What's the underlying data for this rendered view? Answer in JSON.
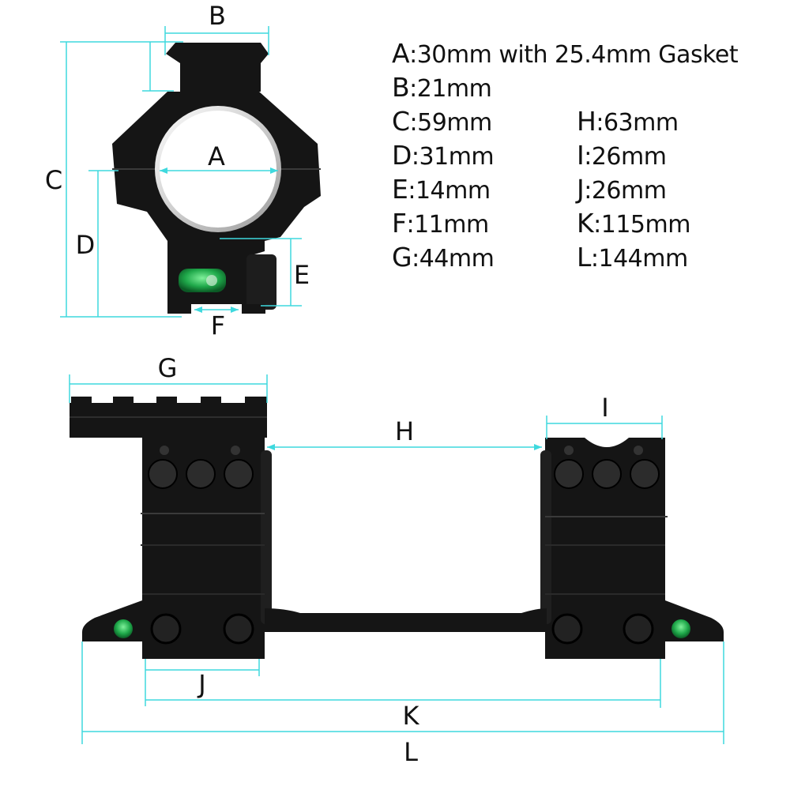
{
  "line_color": "#3fd9de",
  "product_color": "#151515",
  "level_color": "#2fbf5a",
  "specs": {
    "full_width": {
      "key": "A",
      "value": "30mm with 25.4mm Gasket"
    },
    "rows": [
      {
        "left": {
          "key": "B",
          "value": "21mm"
        },
        "right": null
      },
      {
        "left": {
          "key": "C",
          "value": "59mm"
        },
        "right": {
          "key": "H",
          "value": "63mm"
        }
      },
      {
        "left": {
          "key": "D",
          "value": "31mm"
        },
        "right": {
          "key": "I",
          "value": "26mm"
        }
      },
      {
        "left": {
          "key": "E",
          "value": "14mm"
        },
        "right": {
          "key": "J",
          "value": "26mm"
        }
      },
      {
        "left": {
          "key": "F",
          "value": "11mm"
        },
        "right": {
          "key": "K",
          "value": "115mm"
        }
      },
      {
        "left": {
          "key": "G",
          "value": "44mm"
        },
        "right": {
          "key": "L",
          "value": "144mm"
        }
      }
    ]
  },
  "dimension_labels": {
    "A": "A",
    "B": "B",
    "C": "C",
    "D": "D",
    "E": "E",
    "F": "F",
    "G": "G",
    "H": "H",
    "I": "I",
    "J": "J",
    "K": "K",
    "L": "L"
  },
  "views": {
    "front": "front-view-ring-mount",
    "side": "side-view-cantilever-mount"
  }
}
